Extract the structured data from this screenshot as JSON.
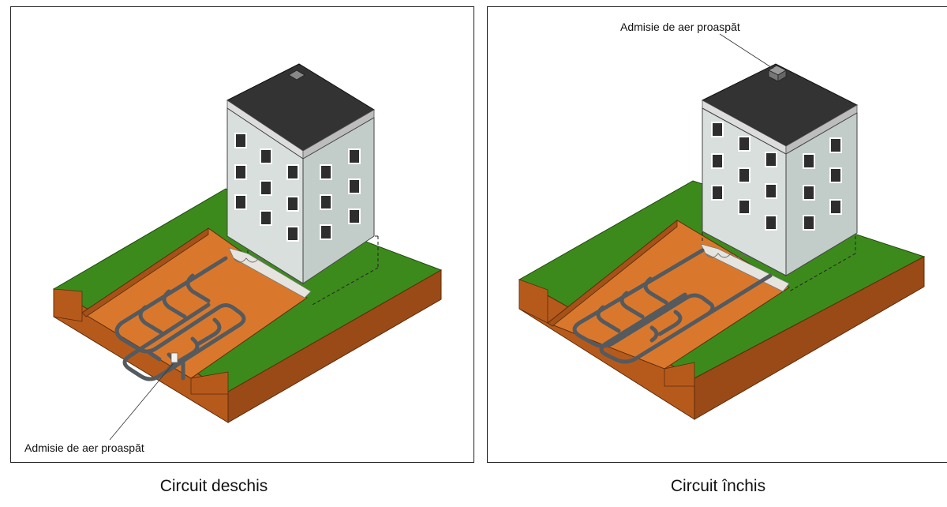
{
  "panels": [
    {
      "caption": "Circuit deschis",
      "label": "Admisie de aer proaspăt"
    },
    {
      "caption": "Circuit închis",
      "label": "Admisie de aer proaspăt"
    }
  ],
  "colors": {
    "grass": "#3d8a1c",
    "soil_top": "#d9782c",
    "soil_side": "#b65a1c",
    "soil_dark": "#9a4a16",
    "wall_front": "#d8dfdc",
    "wall_side": "#c2ccc8",
    "roof": "#333333",
    "window": "#2e2e2e",
    "pipe": "#555a5e",
    "foundation": "#e6e4df"
  },
  "icons": [
    "fresh-air-intake-icon",
    "building-icon",
    "ground-pipe-icon"
  ]
}
